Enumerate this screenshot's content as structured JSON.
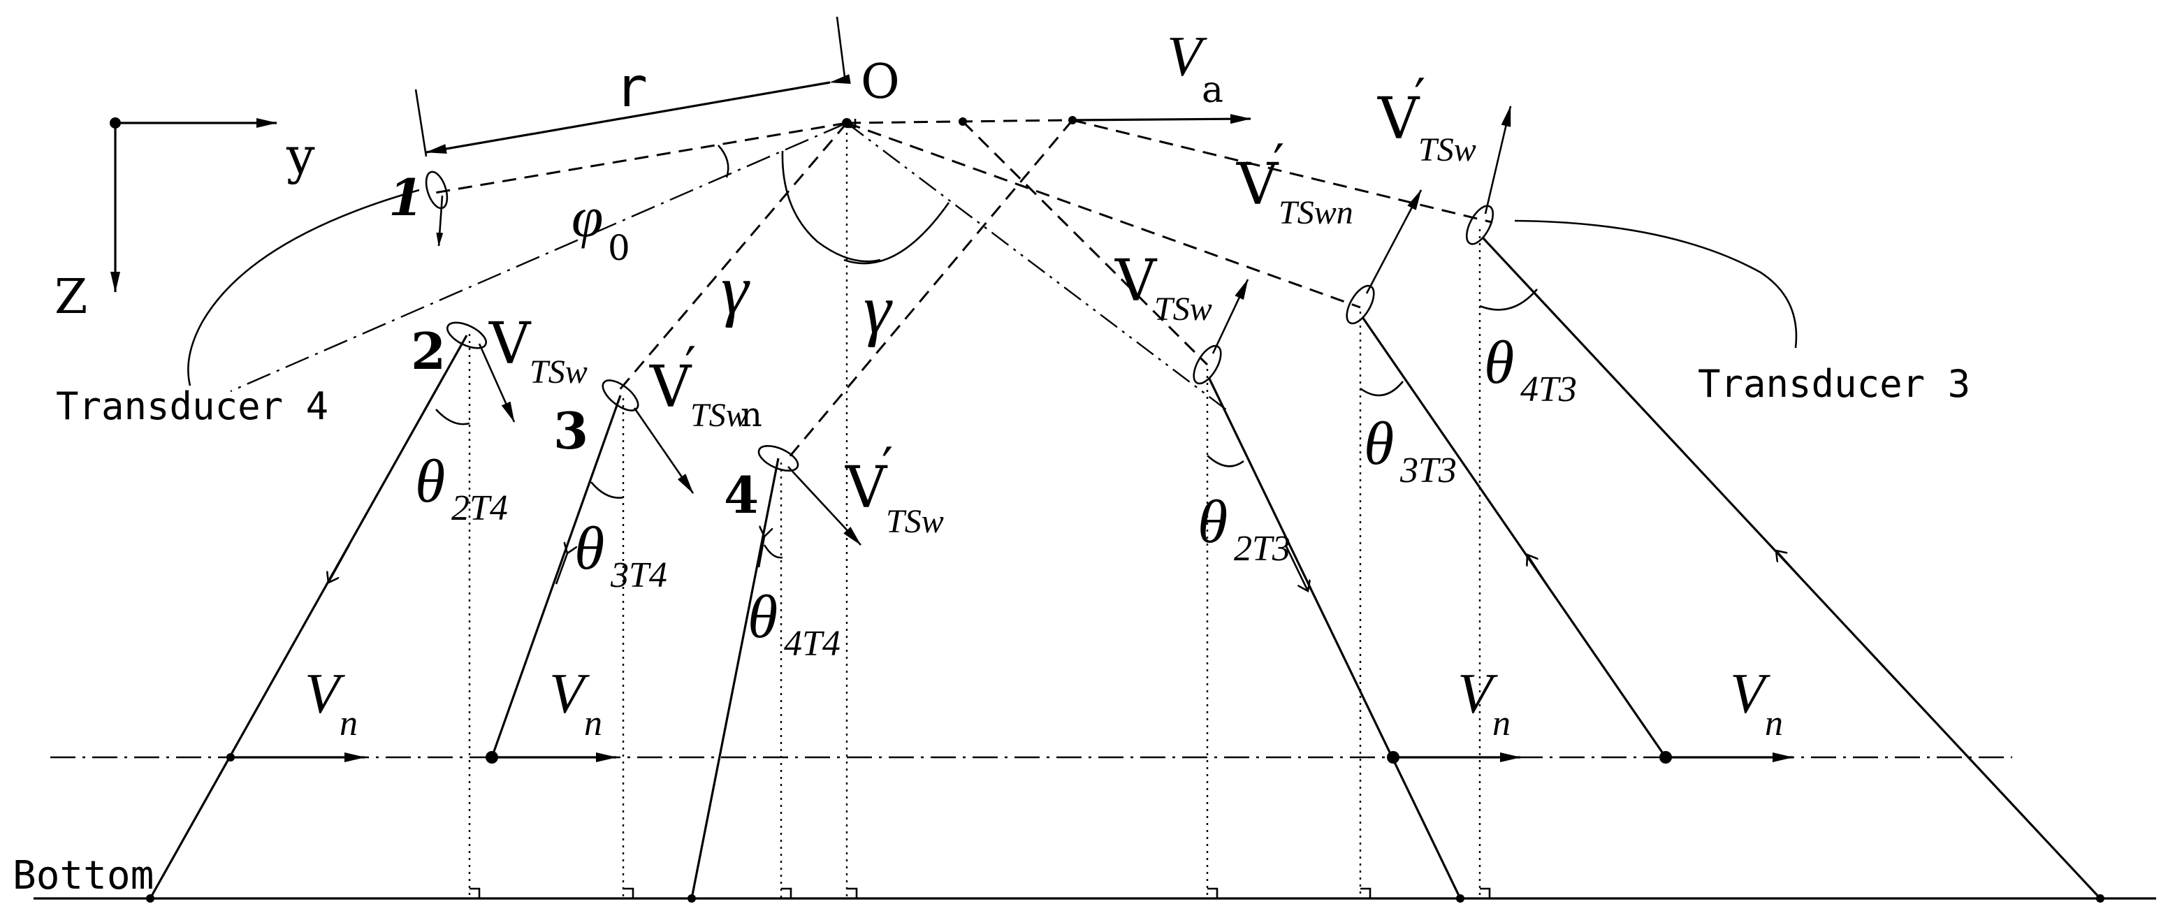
{
  "axes": {
    "y": "y",
    "z": "Z"
  },
  "labels": {
    "radius": "r",
    "origin": "O",
    "phi": "φ",
    "phi_sub": "0",
    "gamma": "γ",
    "transducer3": "Transducer 3",
    "transducer4": "Transducer 4",
    "bottom": "Bottom",
    "beam1": "1",
    "beam2": "2",
    "beam3": "3",
    "beam4": "4"
  },
  "velocity": {
    "V": "V",
    "sub_a": "a",
    "sub_TSw": "TSw",
    "sub_TSwn": "TSwn",
    "sub_TSwn_roman": "TSw",
    "sub_n_roman": "n",
    "prime": "′",
    "sub_n": "n"
  },
  "angles": {
    "theta": "θ",
    "sub_2T4": "2T4",
    "sub_3T4": "3T4",
    "sub_4T4": "4T4",
    "sub_2T3": "2T3",
    "sub_3T3": "3T3",
    "sub_4T3": "4T3"
  }
}
